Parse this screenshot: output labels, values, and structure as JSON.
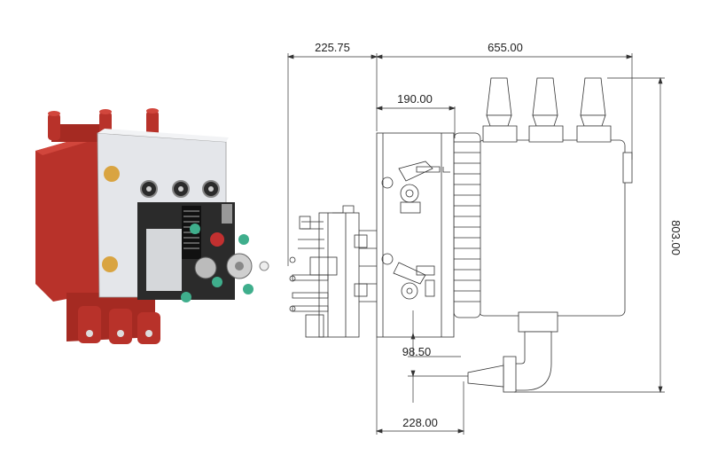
{
  "dimensions": {
    "top_left": "225.75",
    "top_right": "655.00",
    "mid_left": "190.00",
    "right_height": "803.00",
    "bottom_small": "98.50",
    "bottom_width": "228.00"
  },
  "colors": {
    "housing_red": "#b8322a",
    "housing_dark": "#8f221c",
    "panel_silver": "#e4e6ea",
    "mechanism_dark": "#2b2b2b",
    "accent_green": "#3fae8c",
    "drawing_line": "#333333"
  }
}
